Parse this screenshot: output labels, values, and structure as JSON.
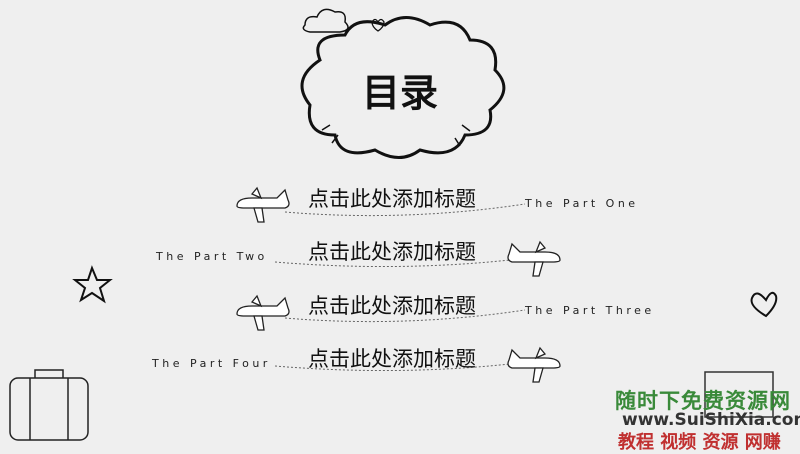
{
  "title": "目录",
  "items": [
    {
      "heading": "点击此处添加标题",
      "part": "The Part One"
    },
    {
      "heading": "点击此处添加标题",
      "part": "The Part Two"
    },
    {
      "heading": "点击此处添加标题",
      "part": "The Part Three"
    },
    {
      "heading": "点击此处添加标题",
      "part": "The Part Four"
    }
  ],
  "watermark": {
    "line1": "随时下免费资源网",
    "line2": "www.SuiShiXia.com",
    "line3": "教程 视频 资源 网赚"
  },
  "icons": [
    "cloud-icon",
    "heart-icon",
    "airplane-icon",
    "star-icon",
    "suitcase-icon",
    "ticket-icon"
  ]
}
